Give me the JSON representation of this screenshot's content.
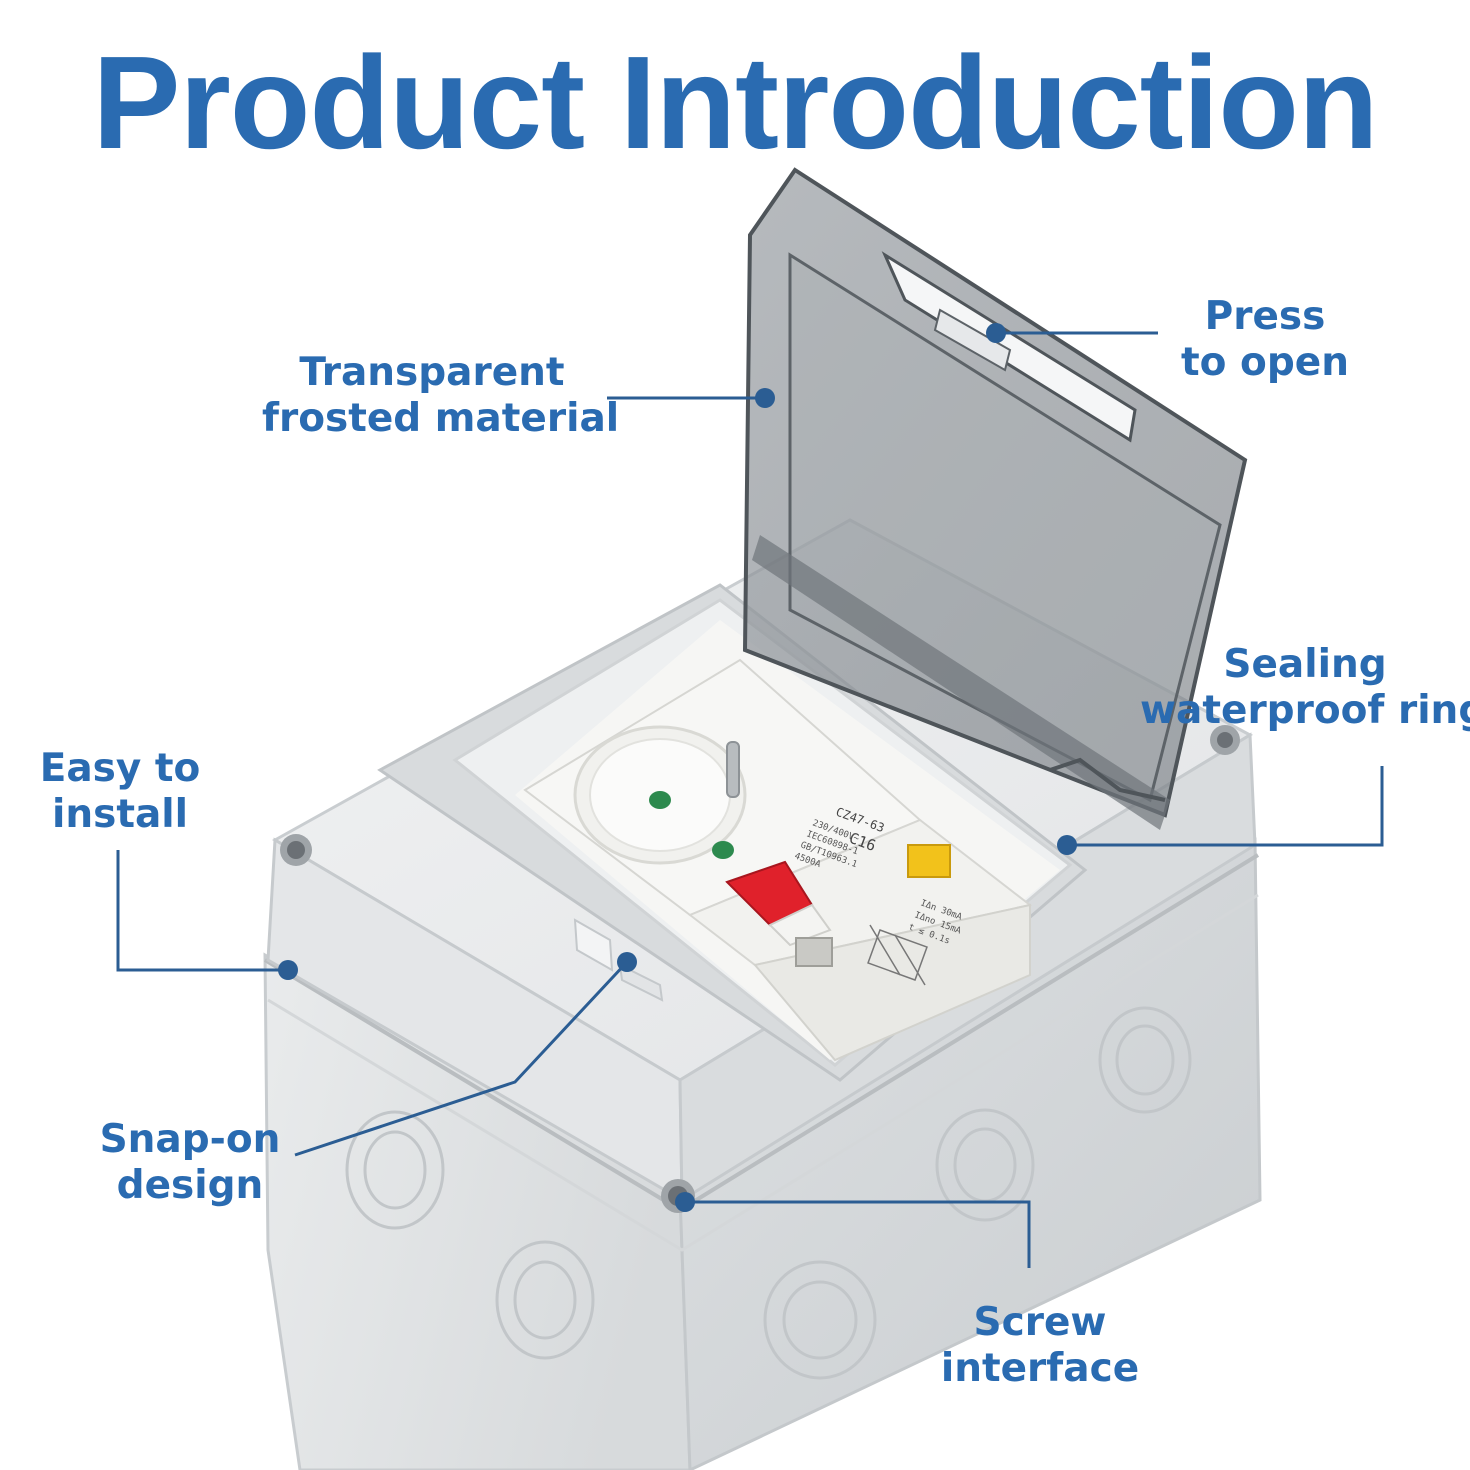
{
  "title": "Product Introduction",
  "colors": {
    "accent": "#2a6bb1",
    "leader_line": "#2b5d93",
    "enclosure": "#e6e8e9",
    "lid_tint": "#8a8f93",
    "breaker_red": "#e0212b",
    "test_button": "#f2c21b"
  },
  "callouts": {
    "transparent": [
      "Transparent",
      "frosted material"
    ],
    "press": [
      "Press",
      "to open"
    ],
    "sealing": [
      "Sealing",
      "waterproof ring"
    ],
    "easy": [
      "Easy to",
      "install"
    ],
    "snap": [
      "Snap-on",
      "design"
    ],
    "screw": [
      "Screw",
      "interface"
    ]
  },
  "device": {
    "model": "CZ47-63",
    "rating": "C16",
    "specs": [
      "230/400V~",
      "IEC60898-1",
      "GB/T10963.1",
      "4500A"
    ],
    "rcd_specs": [
      "IΔn 30mA",
      "IΔno 15mA",
      "t ≤ 0.1s"
    ]
  }
}
